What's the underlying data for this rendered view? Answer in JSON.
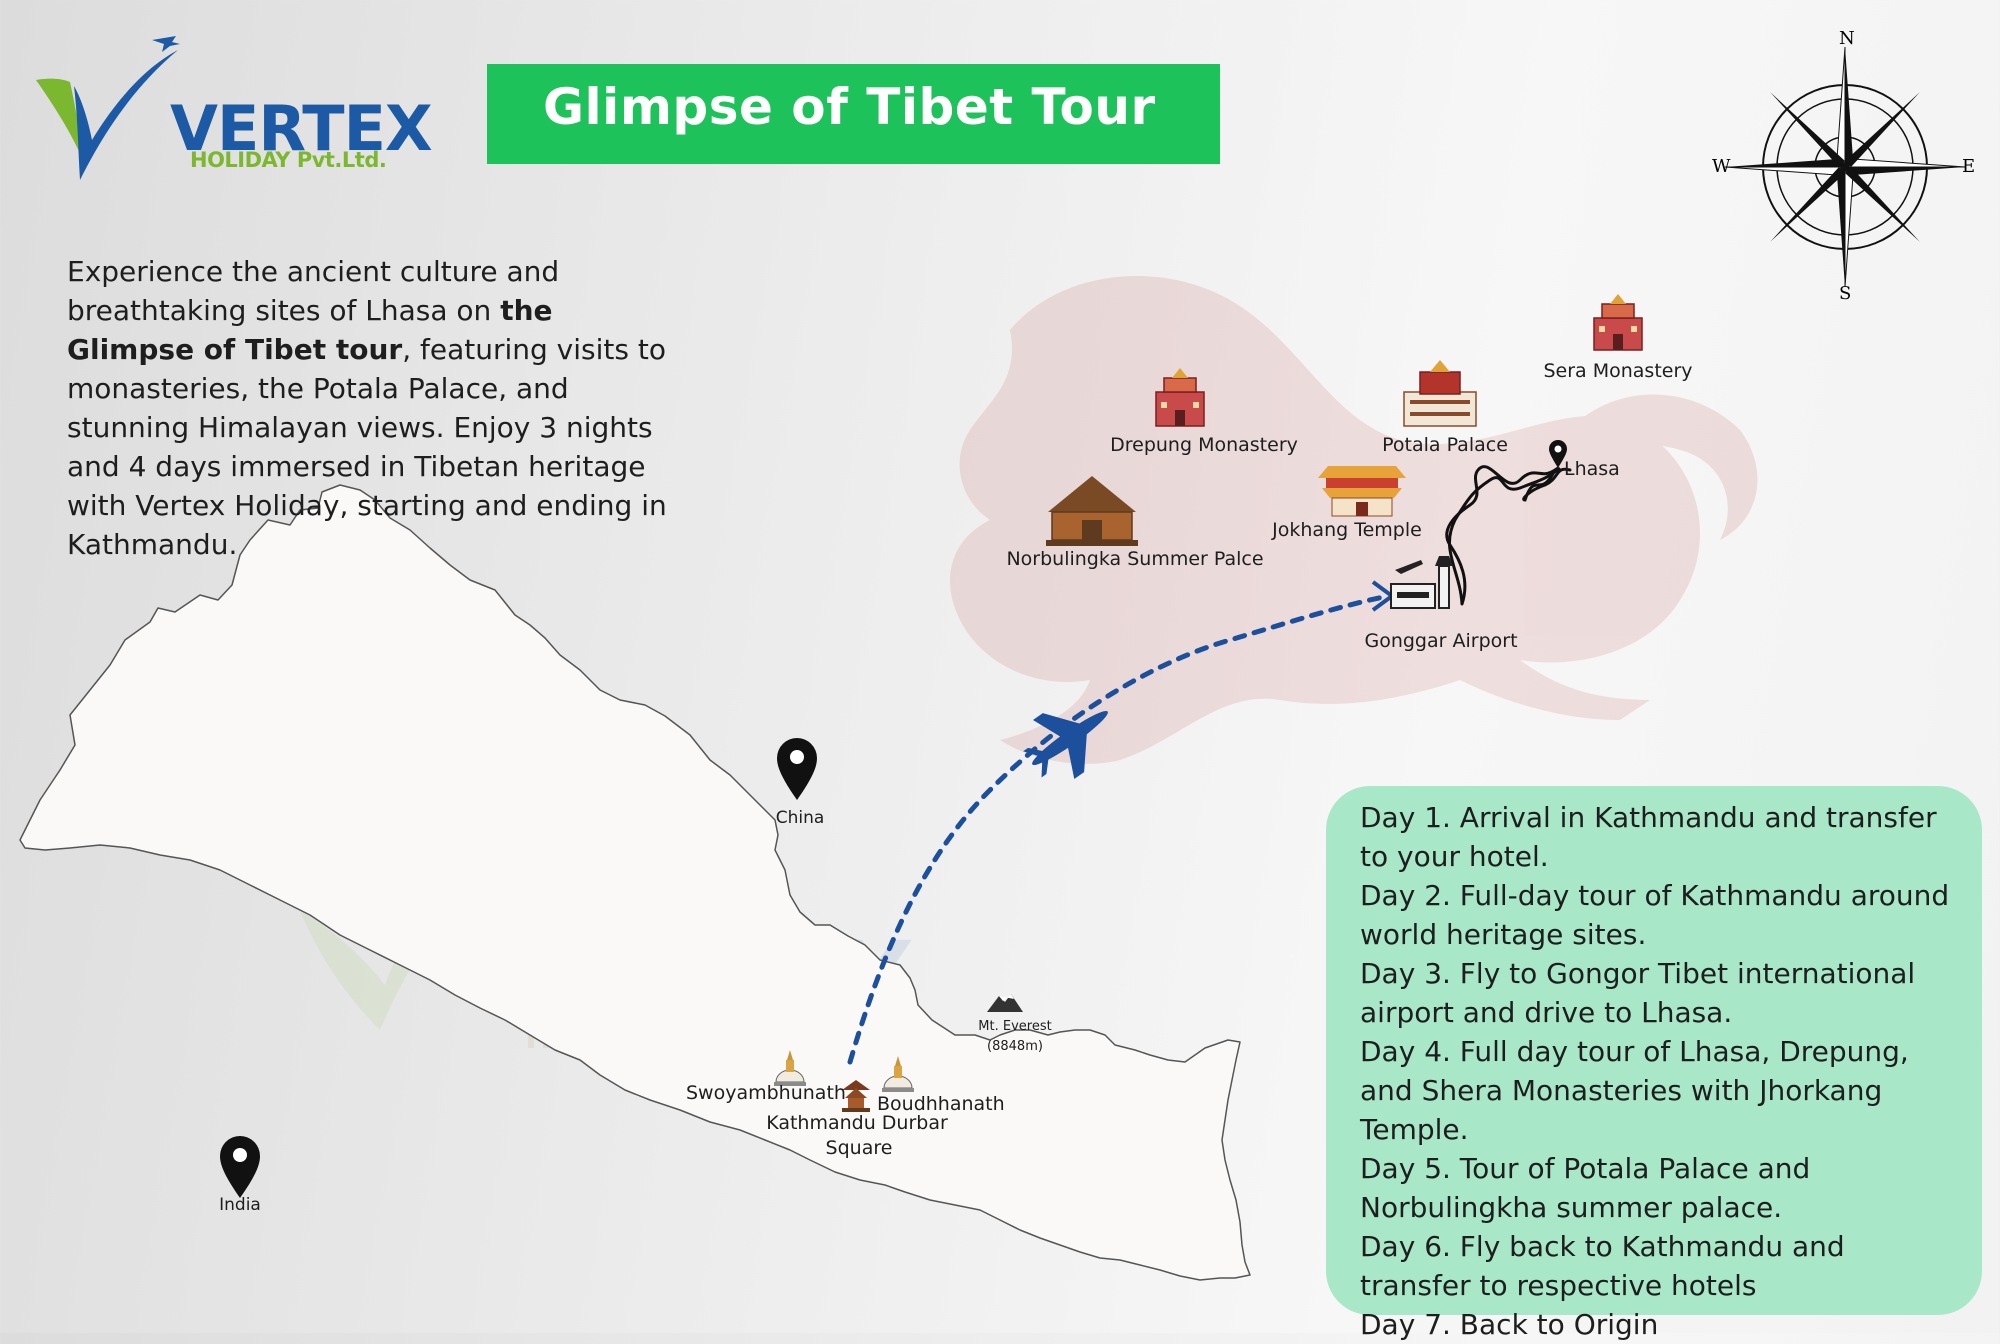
{
  "logo": {
    "brand": "VERTEX",
    "sub": "HOLIDAY Pvt.Ltd."
  },
  "title": "Glimpse of Tibet Tour",
  "intro": {
    "part1": "Experience the ancient culture and breathtaking sites of Lhasa on ",
    "bold": "the Glimpse of Tibet tour",
    "part2": ", featuring visits to monasteries, the Potala Palace, and stunning Himalayan views. Enjoy 3 nights and 4 days immersed in Tibetan heritage with Vertex Holiday, starting and ending in Kathmandu."
  },
  "compass": {
    "n": "N",
    "s": "S",
    "e": "E",
    "w": "W"
  },
  "places": {
    "sera": "Sera Monastery",
    "drepung": "Drepung Monastery",
    "potala": "Potala Palace",
    "lhasa": "Lhasa",
    "jokhang": "Jokhang Temple",
    "norbulingka": "Norbulingka Summer Palce",
    "gonggar": "Gonggar Airport",
    "china": "China",
    "india": "India",
    "everest_name": "Mt. Everest",
    "everest_height": "(8848m)",
    "swoyambhunath": "Swoyambhunath",
    "boudhanath": "Boudhhanath",
    "durbar_line1": "Kathmandu Durbar",
    "durbar_line2": "Square"
  },
  "itinerary": [
    "Day 1. Arrival in Kathmandu and transfer to your hotel.",
    "Day 2. Full-day tour of Kathmandu around world heritage sites.",
    "Day 3. Fly to Gongor Tibet international airport and drive to Lhasa.",
    "Day 4. Full day tour of Lhasa, Drepung, and Shera Monasteries with Jhorkang Temple.",
    "Day 5. Tour of Potala Palace and Norbulingkha summer palace.",
    "Day 6. Fly back to Kathmandu and transfer to respective hotels",
    "Day 7. Back to Origin"
  ],
  "colors": {
    "banner": "#1dc35a",
    "itinerary_bg": "#a8e8c8",
    "route": "#1c4f9c",
    "logo_blue": "#1c5aa6",
    "logo_green": "#7cb82f"
  }
}
